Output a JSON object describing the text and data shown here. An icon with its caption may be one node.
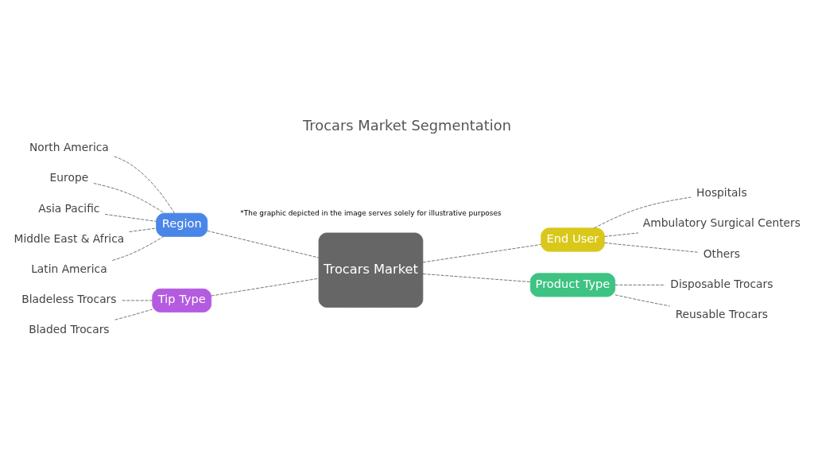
{
  "diagram": {
    "title": "Trocars Market Segmentation",
    "nodes": [
      {
        "text": [
          "Trocars Market"
        ]
      },
      {
        "text": [
          "Region"
        ]
      },
      {
        "text": [
          "North America"
        ]
      },
      {
        "text": [
          "Europe"
        ]
      },
      {
        "text": [
          "Asia Pacific"
        ]
      },
      {
        "text": [
          "Middle East & Africa"
        ]
      },
      {
        "text": [
          "Latin America"
        ]
      },
      {
        "text": [
          "End User"
        ]
      },
      {
        "text": [
          "Hospitals"
        ]
      },
      {
        "text": [
          "Ambulatory Surgical Centers"
        ]
      },
      {
        "text": [
          "Others"
        ]
      },
      {
        "text": [
          "Tip Type"
        ]
      },
      {
        "text": [
          "Bladeless Trocars"
        ]
      },
      {
        "text": [
          "Bladed Trocars"
        ]
      },
      {
        "text": [
          "Product Type"
        ]
      },
      {
        "text": [
          "Disposable Trocars"
        ]
      },
      {
        "text": [
          "Reusable Trocars"
        ]
      }
    ],
    "edges": [
      {
        "from": 1,
        "to": 0,
        "arrow": "none",
        "style": "dashed"
      },
      {
        "from": 2,
        "to": 1,
        "arrow": "none",
        "style": "dashed"
      },
      {
        "from": 3,
        "to": 1,
        "arrow": "none",
        "style": "dashed"
      },
      {
        "from": 4,
        "to": 1,
        "arrow": "none",
        "style": "dashed"
      },
      {
        "from": 5,
        "to": 1,
        "arrow": "none",
        "style": "dashed"
      },
      {
        "from": 6,
        "to": 1,
        "arrow": "none",
        "style": "dashed"
      },
      {
        "from": 0,
        "to": 7,
        "arrow": "none",
        "style": "dashed"
      },
      {
        "from": 7,
        "to": 8,
        "arrow": "none",
        "style": "dashed"
      },
      {
        "from": 7,
        "to": 9,
        "arrow": "none",
        "style": "dashed"
      },
      {
        "from": 7,
        "to": 10,
        "arrow": "none",
        "style": "dashed"
      },
      {
        "from": 11,
        "to": 0,
        "arrow": "none",
        "style": "dashed"
      },
      {
        "from": 12,
        "to": 11,
        "arrow": "none",
        "style": "dashed"
      },
      {
        "from": 13,
        "to": 11,
        "arrow": "none",
        "style": "dashed"
      },
      {
        "from": 0,
        "to": 14,
        "arrow": "none",
        "style": "dashed"
      },
      {
        "from": 14,
        "to": 15,
        "arrow": "none",
        "style": "dashed"
      },
      {
        "from": 14,
        "to": 16,
        "arrow": "none",
        "style": "dashed"
      }
    ],
    "labels": [
      "*The graphic depicted in the image serves solely for illustrative purposes"
    ]
  }
}
